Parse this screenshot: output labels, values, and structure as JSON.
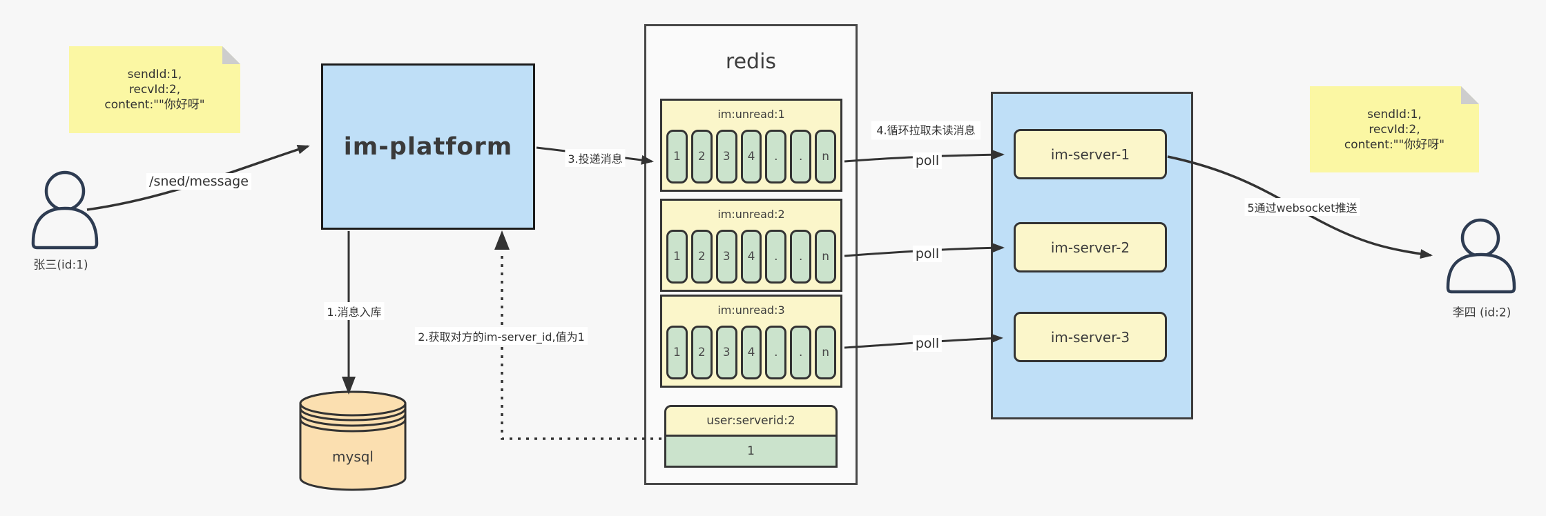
{
  "colors": {
    "background": "#f7f7f7",
    "blue_fill": "#bfdff7",
    "note_yellow": "#fbf7a3",
    "box_yellow": "#fbf6ca",
    "cell_green": "#cbe3cc",
    "db_orange": "#fbdfb0",
    "line_dark": "#333333"
  },
  "sender": {
    "label": "张三(id:1)"
  },
  "receiver": {
    "label": "李四 (id:2)"
  },
  "note_left": {
    "lines": [
      "sendId:1,",
      "recvId:2,",
      "content:\"\"你好呀\""
    ]
  },
  "note_right": {
    "lines": [
      "sendId:1,",
      "recvId:2,",
      "content:\"\"你好呀\""
    ]
  },
  "platform": {
    "label": "im-platform"
  },
  "database": {
    "label": "mysql"
  },
  "redis": {
    "title": "redis",
    "queues": [
      {
        "header": "im:unread:1",
        "cells": [
          "1",
          "2",
          "3",
          "4",
          ".",
          ".",
          "n"
        ]
      },
      {
        "header": "im:unread:2",
        "cells": [
          "1",
          "2",
          "3",
          "4",
          ".",
          ".",
          "n"
        ]
      },
      {
        "header": "im:unread:3",
        "cells": [
          "1",
          "2",
          "3",
          "4",
          ".",
          ".",
          "n"
        ]
      }
    ],
    "mapping": {
      "header": "user:serverid:2",
      "value": "1"
    }
  },
  "servers": [
    {
      "label": "im-server-1"
    },
    {
      "label": "im-server-2"
    },
    {
      "label": "im-server-3"
    }
  ],
  "flow_labels": {
    "send_api": "/sned/message",
    "step1": "1.消息入库",
    "step2": "2.获取对方的im-server_id,值为1",
    "step3": "3.投递消息",
    "step4": "4.循环拉取未读消息",
    "step5": "5通过websocket推送",
    "poll": "poll"
  }
}
